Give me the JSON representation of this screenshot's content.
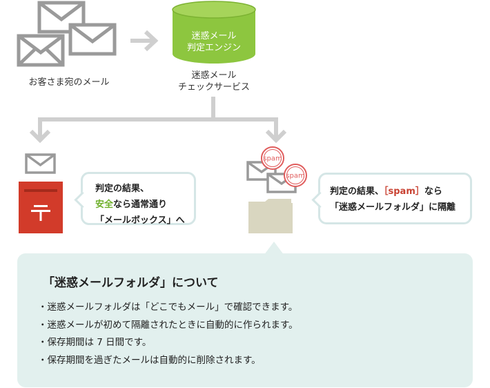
{
  "source": {
    "label": "お客さま宛のメール",
    "icon": "envelopes-icon"
  },
  "engine": {
    "line1": "迷惑メール",
    "line2": "判定エンジン",
    "service_line1": "迷惑メール",
    "service_line2": "チェックサービス",
    "color": "#8dc63f"
  },
  "left_result": {
    "line1": "判定の結果、",
    "line2_highlight": "安全",
    "line2_rest": "なら通常通り",
    "line3": "「メールボックス」へ",
    "icon": "mailbox-icon"
  },
  "right_result": {
    "line1_pre": "判定の結果、",
    "line1_highlight": "［spam］",
    "line1_rest": "なら",
    "line2": "「迷惑メールフォルダ」に隔離",
    "stamp_label": "spam",
    "icon": "folder-icon"
  },
  "info": {
    "title": "「迷惑メールフォルダ」について",
    "items": [
      "迷惑メールフォルダは「どこでもメール」で確認できます。",
      "迷惑メールが初めて隔離されたときに自動的に作られます。",
      "保存期間は 7 日間です。",
      "保存期間を過ぎたメールは自動的に削除されます。"
    ]
  },
  "colors": {
    "arrow": "#cfcfcf",
    "envelope": "#9a9a9a",
    "bubble_border": "#d5e6e6",
    "info_bg": "#e2f0ee",
    "mailbox": "#d23b2a",
    "folder": "#d9d6c0",
    "highlight_green": "#6eaf2a",
    "highlight_red": "#c94333"
  }
}
